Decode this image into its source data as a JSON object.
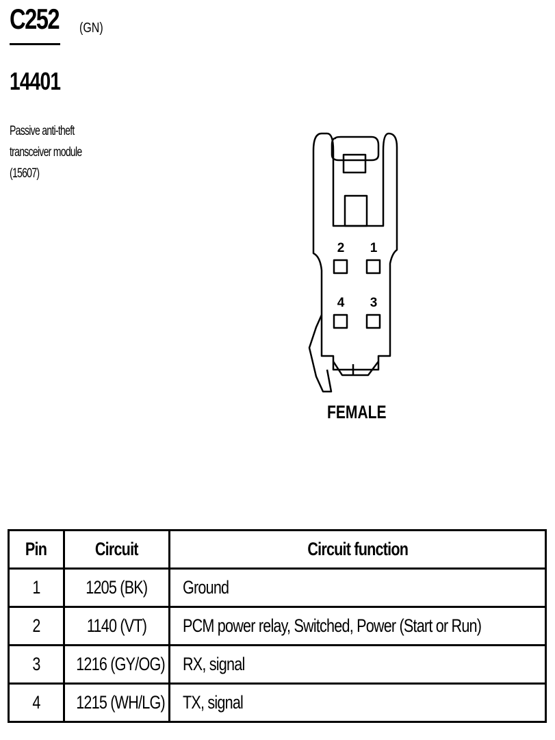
{
  "header": {
    "connector_id": "C252",
    "connector_color": "(GN)",
    "part_number": "14401",
    "description_lines": [
      "Passive anti-theft",
      "transceiver module",
      "(15607)"
    ]
  },
  "connector": {
    "view_label": "FEMALE",
    "pin_labels": [
      "1",
      "2",
      "3",
      "4"
    ]
  },
  "table": {
    "headers": [
      "Pin",
      "Circuit",
      "Circuit function"
    ],
    "rows": [
      [
        "1",
        "1205 (BK)",
        "Ground"
      ],
      [
        "2",
        "1140 (VT)",
        "PCM power relay, Switched, Power (Start or Run)"
      ],
      [
        "3",
        "1216 (GY/OG)",
        "RX, signal"
      ],
      [
        "4",
        "1215 (WH/LG)",
        "TX, signal"
      ]
    ]
  }
}
